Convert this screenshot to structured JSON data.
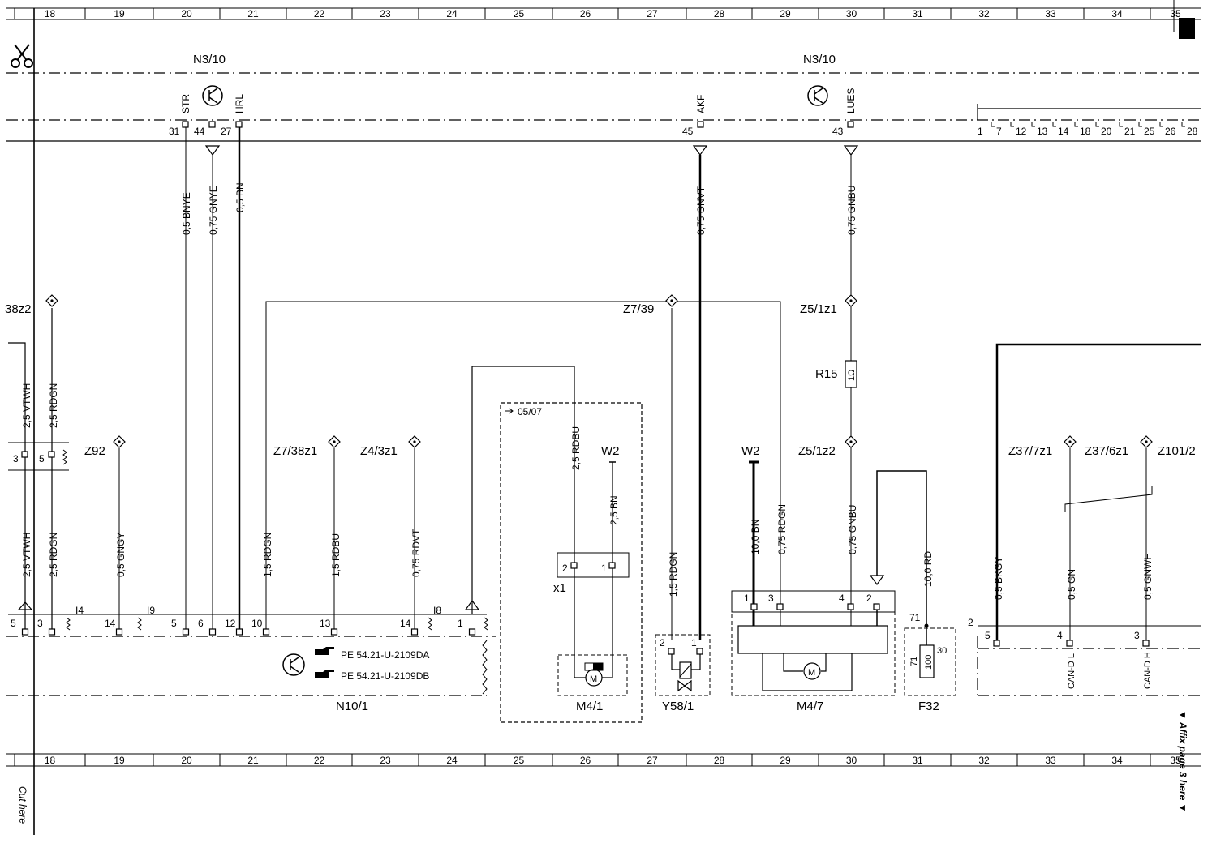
{
  "grid": {
    "columns": [
      "18",
      "19",
      "20",
      "21",
      "22",
      "23",
      "24",
      "25",
      "26",
      "27",
      "28",
      "29",
      "30",
      "31",
      "32",
      "33",
      "34",
      "35"
    ]
  },
  "labels": {
    "n3_10_left": "N3/10",
    "n3_10_right": "N3/10",
    "str": "STR",
    "hrl": "HRL",
    "akf": "AKF",
    "lues": "LUES",
    "pin31": "31",
    "pin44": "44",
    "pin27": "27",
    "pin45": "45",
    "pin43": "43",
    "conn_right_pins": [
      "1",
      "7",
      "12",
      "13",
      "14",
      "18",
      "20",
      "21",
      "25",
      "26",
      "28"
    ],
    "z38z2": "38z2",
    "z92": "Z92",
    "z7_38z1": "Z7/38z1",
    "z4_3z1": "Z4/3z1",
    "z7_39": "Z7/39",
    "z5_1z1": "Z5/1z1",
    "z5_1z2": "Z5/1z2",
    "r15": "R15",
    "r15_val": "1Ω",
    "w2_a": "W2",
    "w2_b": "W2",
    "z37_7z1": "Z37/7z1",
    "z37_6z1": "Z37/6z1",
    "z101_2": "Z101/2",
    "date_ref": "05/07",
    "x1": "x1",
    "m4_1": "M4/1",
    "y58_1": "Y58/1",
    "m4_7": "M4/7",
    "f32": "F32",
    "n10_1": "N10/1",
    "pe1": "PE 54.21-U-2109DA",
    "pe2": "PE 54.21-U-2109DB",
    "i4": "I4",
    "i9": "I9",
    "i8": "I8",
    "fuse_71": "71",
    "fuse_71b": "71",
    "fuse_30": "30",
    "fuse_100": "100",
    "right_2": "2",
    "can_l": "CAN-D L",
    "can_h": "CAN-D H",
    "cut_here": "Cut here",
    "affix": "▼ Affix page 3 here ▼"
  },
  "wires": {
    "bnye": "0,5 BNYE",
    "gnye": "0,75 GNYE",
    "bn": "0,5 BN",
    "gnvt": "0,75 GNVT",
    "gnbu_top": "0,75 GNBU",
    "vtwh_top": "2,5 VTWH",
    "rdgn_top": "2,5 RDGN",
    "vtwh_bot": "2,5 VTWH",
    "rdgn_bot": "2,5 RDGN",
    "gngy": "0,5 GNGY",
    "rdgn15": "1,5 RDGN",
    "rdbu15": "1,5 RDBU",
    "rdvt": "0,75 RDVT",
    "rdbu25": "2,5 RDBU",
    "bn25": "2,5 BN",
    "rdgn15b": "1,5 RDGN",
    "bn10": "10,0 BN",
    "rdgn075": "0,75 RDGN",
    "gnbu_bot": "0,75 GNBU",
    "rd10": "10,0 RD",
    "bkgy": "0,5 BKGY",
    "gn05": "0,5 GN",
    "gnwh": "0,5 GNWH"
  },
  "pins": {
    "n10": [
      "5",
      "3",
      "14",
      "5",
      "6",
      "12",
      "10",
      "13",
      "14",
      "1"
    ],
    "left_conn": [
      "3",
      "5"
    ],
    "motor": [
      "2",
      "1"
    ],
    "valve": [
      "2",
      "1"
    ],
    "m47": [
      "1",
      "3",
      "4",
      "2"
    ],
    "right": [
      "5",
      "4",
      "3"
    ]
  }
}
